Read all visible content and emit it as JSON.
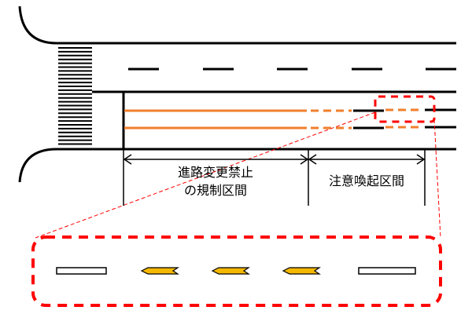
{
  "labels": {
    "restricted_line1": "進路変更禁止",
    "restricted_line2": "の規制区間",
    "caution_zone": "注意喚起区間"
  },
  "colors": {
    "road_line": "#000000",
    "restriction_line": "#f07f2c",
    "highlight": "#ff0000",
    "chevron_fill": "#f5b800"
  },
  "detail": {
    "chevron_count": 3,
    "white_bar_count": 2
  }
}
